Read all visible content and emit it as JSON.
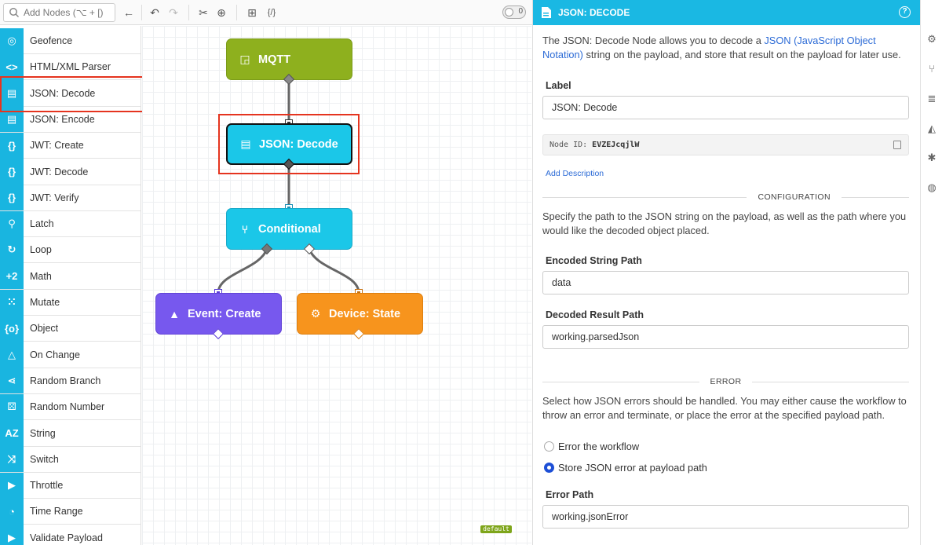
{
  "toolbar": {
    "search_placeholder": "Add Nodes (⌥ + [)",
    "toggle_count": "0",
    "buttons": [
      "back-icon",
      "undo-icon",
      "redo-icon",
      "cut-icon",
      "zoom-icon",
      "add-node-icon",
      "variables-icon"
    ]
  },
  "sidebar": {
    "items": [
      {
        "label": "Geofence",
        "icon": "geofence-icon",
        "glyph": "◎"
      },
      {
        "label": "HTML/XML Parser",
        "icon": "code-icon",
        "glyph": "<>"
      },
      {
        "label": "JSON: Decode",
        "icon": "json-doc-icon",
        "glyph": "▤"
      },
      {
        "label": "JSON: Encode",
        "icon": "json-doc-icon",
        "glyph": "▤"
      },
      {
        "label": "JWT: Create",
        "icon": "jwt-icon",
        "glyph": "{}"
      },
      {
        "label": "JWT: Decode",
        "icon": "jwt-icon",
        "glyph": "{}"
      },
      {
        "label": "JWT: Verify",
        "icon": "jwt-icon",
        "glyph": "{}"
      },
      {
        "label": "Latch",
        "icon": "latch-icon",
        "glyph": "⚲"
      },
      {
        "label": "Loop",
        "icon": "loop-icon",
        "glyph": "↻"
      },
      {
        "label": "Math",
        "icon": "math-icon",
        "glyph": "+2"
      },
      {
        "label": "Mutate",
        "icon": "mutate-icon",
        "glyph": "⁙"
      },
      {
        "label": "Object",
        "icon": "object-icon",
        "glyph": "{o}"
      },
      {
        "label": "On Change",
        "icon": "on-change-icon",
        "glyph": "△"
      },
      {
        "label": "Random Branch",
        "icon": "share-icon",
        "glyph": "⋖"
      },
      {
        "label": "Random Number",
        "icon": "dice-icon",
        "glyph": "⚄"
      },
      {
        "label": "String",
        "icon": "string-icon",
        "glyph": "AZ"
      },
      {
        "label": "Switch",
        "icon": "switch-icon",
        "glyph": "⤨"
      },
      {
        "label": "Throttle",
        "icon": "throttle-icon",
        "glyph": "▶"
      },
      {
        "label": "Time Range",
        "icon": "time-range-icon",
        "glyph": "◔"
      },
      {
        "label": "Validate Payload",
        "icon": "validate-icon",
        "glyph": "▶"
      }
    ]
  },
  "canvas": {
    "nodes": {
      "mqtt": {
        "label": "MQTT",
        "color": "#8eb01e"
      },
      "json_decode": {
        "label": "JSON: Decode",
        "color": "#1bc7e8"
      },
      "conditional": {
        "label": "Conditional",
        "color": "#1bc7e8"
      },
      "event_create": {
        "label": "Event: Create",
        "color": "#7758ee"
      },
      "device_state": {
        "label": "Device: State",
        "color": "#f7941d"
      }
    },
    "badge": "default"
  },
  "panel": {
    "title": "JSON: DECODE",
    "intro_before": "The JSON: Decode Node allows you to decode a ",
    "intro_link": "JSON (JavaScript Object Notation)",
    "intro_after": " string on the payload, and store that result on the payload for later use.",
    "label_heading": "Label",
    "label_value": "JSON: Decode",
    "node_id_label": "Node ID:",
    "node_id_value": "EVZEJcqjlW",
    "add_description": "Add Description",
    "configuration_heading": "CONFIGURATION",
    "configuration_text": "Specify the path to the JSON string on the payload, as well as the path where you would like the decoded object placed.",
    "encoded_label": "Encoded String Path",
    "encoded_value": "data",
    "decoded_label": "Decoded Result Path",
    "decoded_value": "working.parsedJson",
    "error_heading": "ERROR",
    "error_text": "Select how JSON errors should be handled. You may either cause the workflow to throw an error and terminate, or place the error at the specified payload path.",
    "radio_error_workflow": "Error the workflow",
    "radio_store_error": "Store JSON error at payload path",
    "error_path_label": "Error Path",
    "error_path_value": "working.jsonError"
  },
  "rail": [
    "settings-icon",
    "branch-icon",
    "database-icon",
    "chart-icon",
    "bug-icon",
    "globe-icon"
  ]
}
